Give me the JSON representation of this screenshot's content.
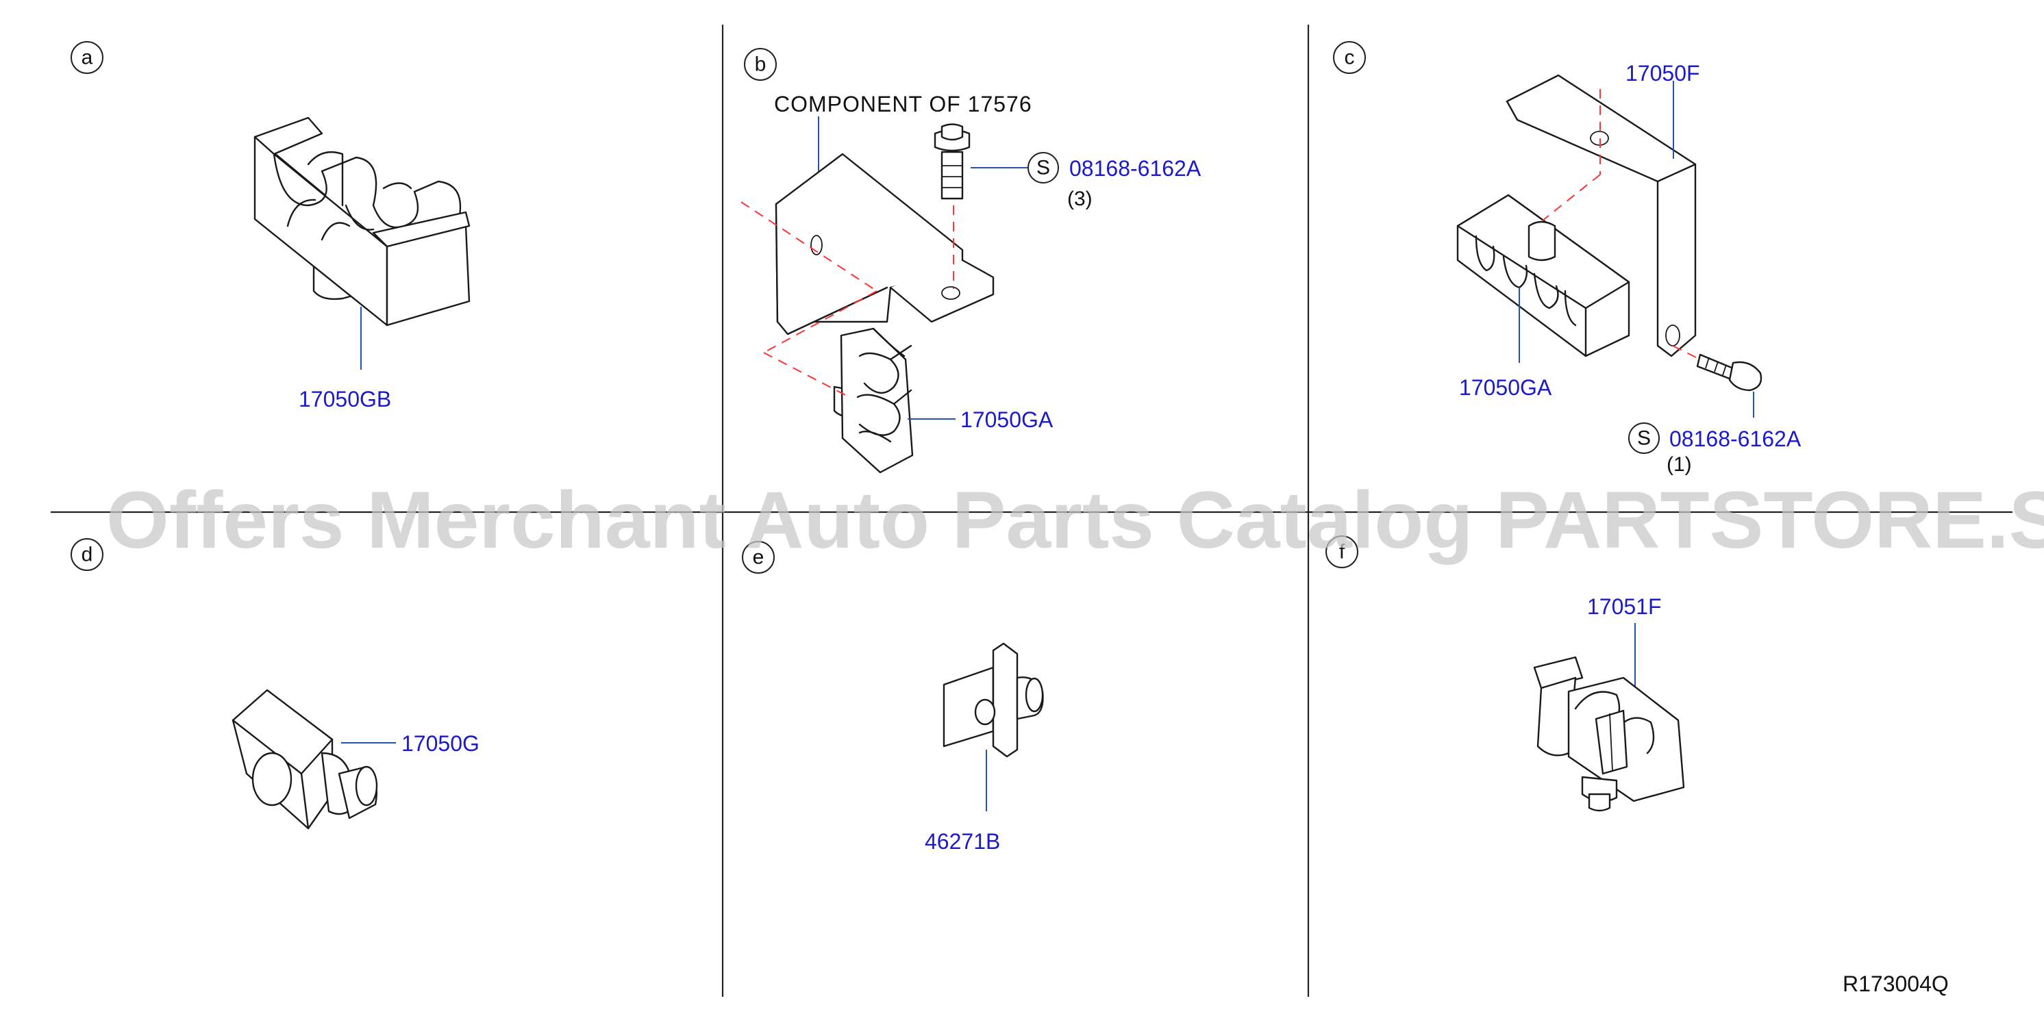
{
  "panels": [
    {
      "letter": "a",
      "parts": [
        "17050GB"
      ]
    },
    {
      "letter": "b",
      "component_note": "COMPONENT  OF  17576",
      "parts": [
        "08168-6162A",
        "17050GA"
      ],
      "bolt_symbol": "S",
      "bolt_qty": "(3)"
    },
    {
      "letter": "c",
      "parts": [
        "17050F",
        "17050GA",
        "08168-6162A"
      ],
      "bolt_symbol": "S",
      "bolt_qty": "(1)"
    },
    {
      "letter": "d",
      "parts": [
        "17050G"
      ]
    },
    {
      "letter": "e",
      "parts": [
        "46271B"
      ]
    },
    {
      "letter": "f",
      "parts": [
        "17051F"
      ]
    }
  ],
  "watermark": "Offers Merchant Auto Parts Catalog PARTSTORE.SA",
  "reference_number": "R173004Q",
  "colors": {
    "part_number": "#1a1acc",
    "leader_line": "#2255aa",
    "alignment_dash": "#ff3333",
    "outline": "#1a1a1a",
    "watermark": "#c8c8c8"
  }
}
